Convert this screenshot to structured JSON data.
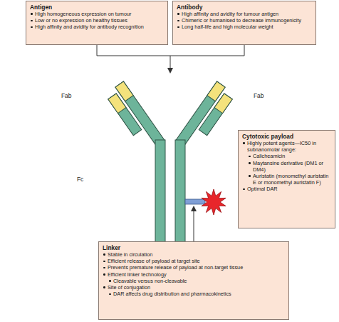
{
  "diagram": {
    "nodes": [
      {
        "text": [
          "Antigen",
          "High homogeneous expression on tumour",
          "Low or no expression on healthy tissues",
          "High affinity and avidity for antibody recognition"
        ]
      },
      {
        "text": [
          "Antibody",
          "High affinity and avidity for tumour antigen",
          "Chimeric or humanised to decrease immunogenicity",
          "Long half-life and high molecular weight"
        ]
      },
      {
        "text": [
          "Cytotoxic payload",
          "Highly potent agents—IC50 in subnanomolar range:",
          "Calicheamicin",
          "Maytansine derivative (DM1 or DM4)",
          "Auristatin (monomethyl auristatin E or monomethyl auristatin F)",
          "Optimal DAR"
        ]
      },
      {
        "text": [
          "Linker",
          "Stable in circulation",
          "Efficient release of payload at target site",
          "Prevents premature release of payload at non-target tissue",
          "Efficient linker technology",
          "Cleavable versus non-cleavable",
          "Site of conjugation",
          "DAR affects drug distribution and pharmacokinetics"
        ]
      }
    ],
    "labels": [
      "Fab",
      "Fab",
      "Fc"
    ]
  }
}
